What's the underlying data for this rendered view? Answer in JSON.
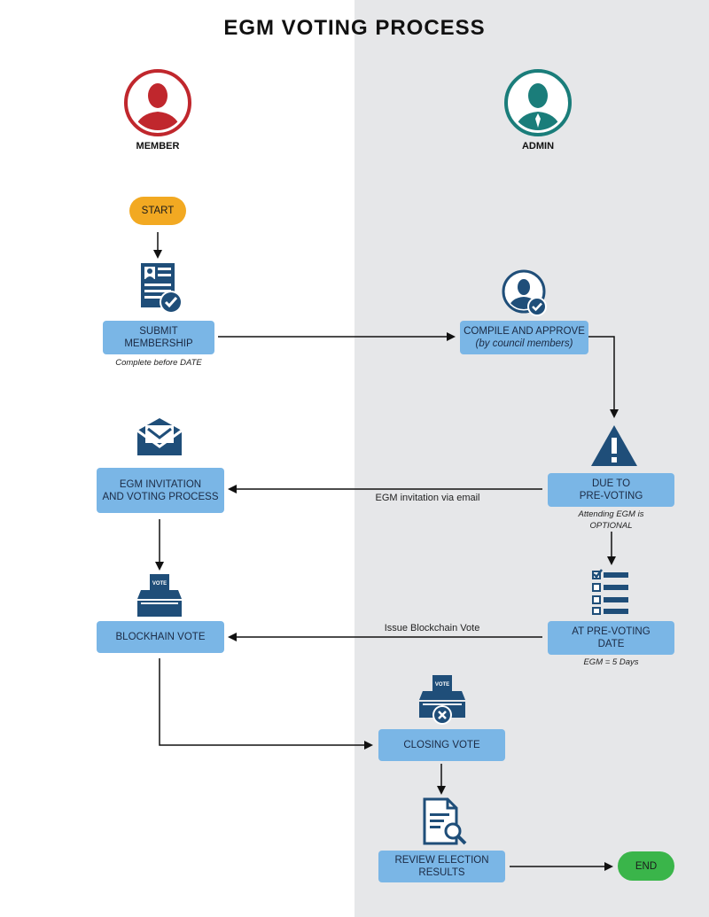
{
  "title": "EGM VOTING PROCESS",
  "roles": {
    "member": "MEMBER",
    "admin": "ADMIN"
  },
  "nodes": {
    "start": "START",
    "submit": "SUBMIT\nMEMBERSHIP",
    "submit_note": "Complete before DATE",
    "compile": "COMPILE AND APPROVE",
    "compile_sub": "(by council members)",
    "due": "DUE TO\nPRE-VOTING",
    "due_note": "Attending EGM is\nOPTIONAL",
    "invitation": "EGM INVITATION\nAND VOTING PROCESS",
    "pre_voting": "AT PRE-VOTING\nDATE",
    "pre_voting_note": "EGM = 5 Days",
    "blockchain": "BLOCKHAIN VOTE",
    "closing": "CLOSING VOTE",
    "review": "REVIEW ELECTION\nRESULTS",
    "end": "END"
  },
  "edges": {
    "email": "EGM invitation via email",
    "issue": "Issue Blockchain Vote"
  },
  "icons": {
    "ballot_label": "VOTE",
    "ballot2_label": "VOTE"
  },
  "colors": {
    "member": "#c0272d",
    "admin": "#1a7d7a",
    "box": "#7ab6e6",
    "start": "#f2a922",
    "end": "#3ab54a",
    "icon": "#1f4e79"
  }
}
